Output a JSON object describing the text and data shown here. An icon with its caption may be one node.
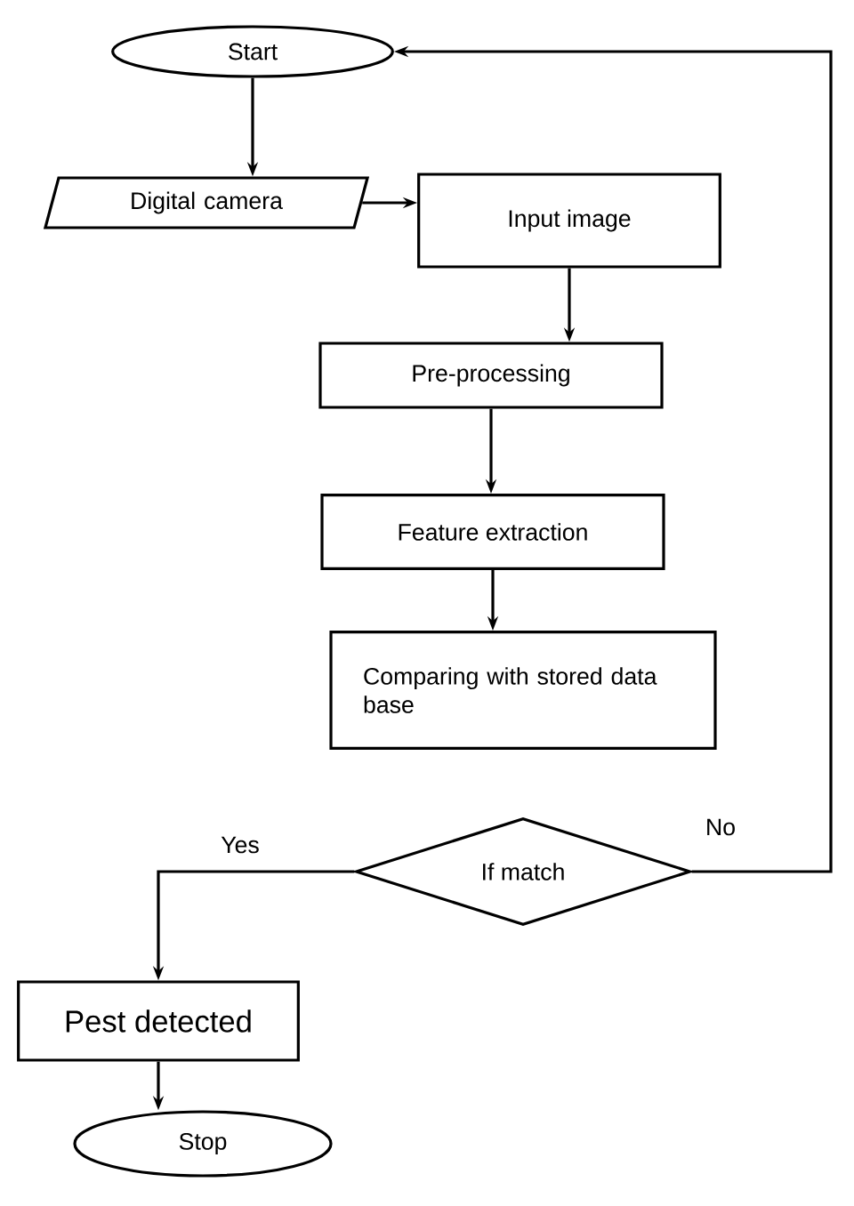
{
  "diagram": {
    "nodes": [
      {
        "text": [
          "Start"
        ]
      },
      {
        "text": [
          "Digital camera"
        ]
      },
      {
        "text": [
          "Input image"
        ]
      },
      {
        "text": [
          "Pre-processing"
        ]
      },
      {
        "text": [
          "Feature extraction"
        ]
      },
      {
        "text": [
          "Comparing with stored data base"
        ]
      },
      {
        "text": [
          "If match"
        ]
      },
      {
        "text": [
          "Pest detected"
        ]
      },
      {
        "text": [
          "Stop"
        ]
      }
    ],
    "edges": [
      {
        "from": 0,
        "to": 1,
        "arrow": "to"
      },
      {
        "from": 1,
        "to": 2,
        "arrow": "to"
      },
      {
        "from": 2,
        "to": 3,
        "arrow": "to"
      },
      {
        "from": 3,
        "to": 4,
        "arrow": "to"
      },
      {
        "from": 4,
        "to": 5,
        "arrow": "to"
      },
      {
        "from": 6,
        "to": 7,
        "arrow": "to",
        "label": "Yes"
      },
      {
        "from": 6,
        "to": 0,
        "arrow": "to",
        "label": "No"
      },
      {
        "from": 7,
        "to": 8,
        "arrow": "to"
      }
    ]
  }
}
